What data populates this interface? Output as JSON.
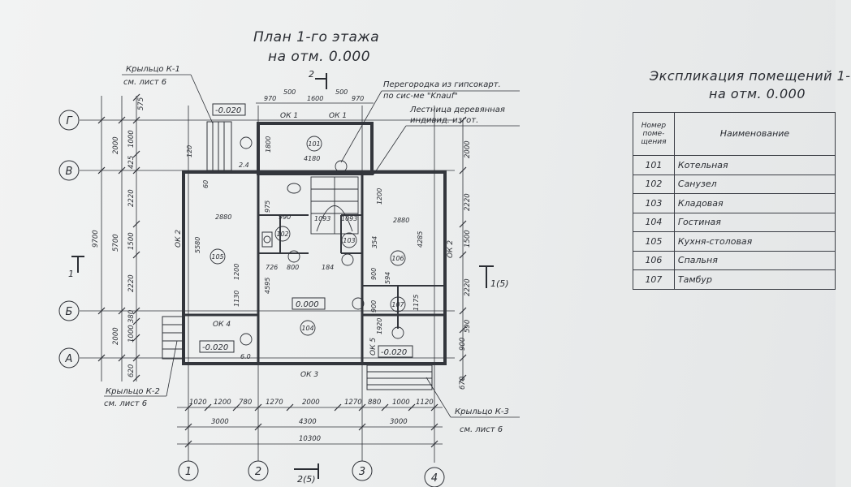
{
  "plan": {
    "title_line1": "План 1-го этажа",
    "title_line2": "на отм. 0.000",
    "section_label_top": "2",
    "section_label_bottom": "2(5)",
    "section_label_right": "1(5)",
    "section_label_left": "1",
    "annotations": {
      "porch_k1": "Крыльцо К-1",
      "porch_k1_ref": "см. лист 6",
      "porch_k2": "Крыльцо К-2",
      "porch_k2_ref": "см. лист 6",
      "porch_k3": "Крыльцо К-3",
      "porch_k3_ref": "см. лист 6",
      "partition": "Перегородка из гипсокарт.",
      "partition_ref": "по сис-ме \"Knauf\"",
      "stair": "Лестница деревянная",
      "stair_ref": "индивид. изгот."
    },
    "grid_axes_letters": [
      "Г",
      "В",
      "Б",
      "А"
    ],
    "grid_axes_numbers": [
      "1",
      "2",
      "3",
      "4"
    ],
    "room_numbers": [
      "101",
      "102",
      "103",
      "104",
      "105",
      "106",
      "107"
    ],
    "elevations": [
      "-0.020",
      "-0.020",
      "-0.020",
      "0.000"
    ],
    "openings": [
      "ОК 1",
      "ОК 1",
      "ОК 2",
      "ОК 2",
      "ОК 3",
      "ОК 4",
      "ОК 5"
    ],
    "dims_top": [
      "970",
      "500",
      "1600",
      "500",
      "970"
    ],
    "dims_bottom_row1": [
      "1020",
      "1200",
      "780",
      "1270",
      "2000",
      "1270",
      "880",
      "1000",
      "1120"
    ],
    "dims_bottom_row2": [
      "3000",
      "4300",
      "3000"
    ],
    "dims_bottom_total": "10300",
    "dims_left_outer": [
      "575",
      "2000",
      "1000",
      "425",
      "2220",
      "5700",
      "1500",
      "2220",
      "380",
      "1000",
      "2000",
      "620"
    ],
    "dims_left_total": "9700",
    "dims_right": [
      "2000",
      "2220",
      "1500",
      "2220",
      "590",
      "900",
      "670"
    ],
    "dims_inner": [
      "2880",
      "2880",
      "4180",
      "5580",
      "4285",
      "1800",
      "1093",
      "1093",
      "800",
      "184",
      "1200",
      "1200",
      "900",
      "900",
      "1175",
      "4595",
      "1130",
      "990",
      "975",
      "726",
      "594",
      "354",
      "1920",
      "120",
      "60",
      "6.0",
      "2.4"
    ]
  },
  "explication": {
    "title_line1": "Экспликация помещений 1-",
    "title_line2": "на отм. 0.000",
    "header_number": "Номер поме- щения",
    "header_name": "Наименование",
    "rows": [
      {
        "num": "101",
        "name": "Котельная"
      },
      {
        "num": "102",
        "name": "Санузел"
      },
      {
        "num": "103",
        "name": "Кладовая"
      },
      {
        "num": "104",
        "name": "Гостиная"
      },
      {
        "num": "105",
        "name": "Кухня-столовая"
      },
      {
        "num": "106",
        "name": "Спальня"
      },
      {
        "num": "107",
        "name": "Тамбур"
      }
    ]
  },
  "colors": {
    "ink": "#2a2d33",
    "paper": "#eceeee",
    "wall": "#33363c"
  }
}
